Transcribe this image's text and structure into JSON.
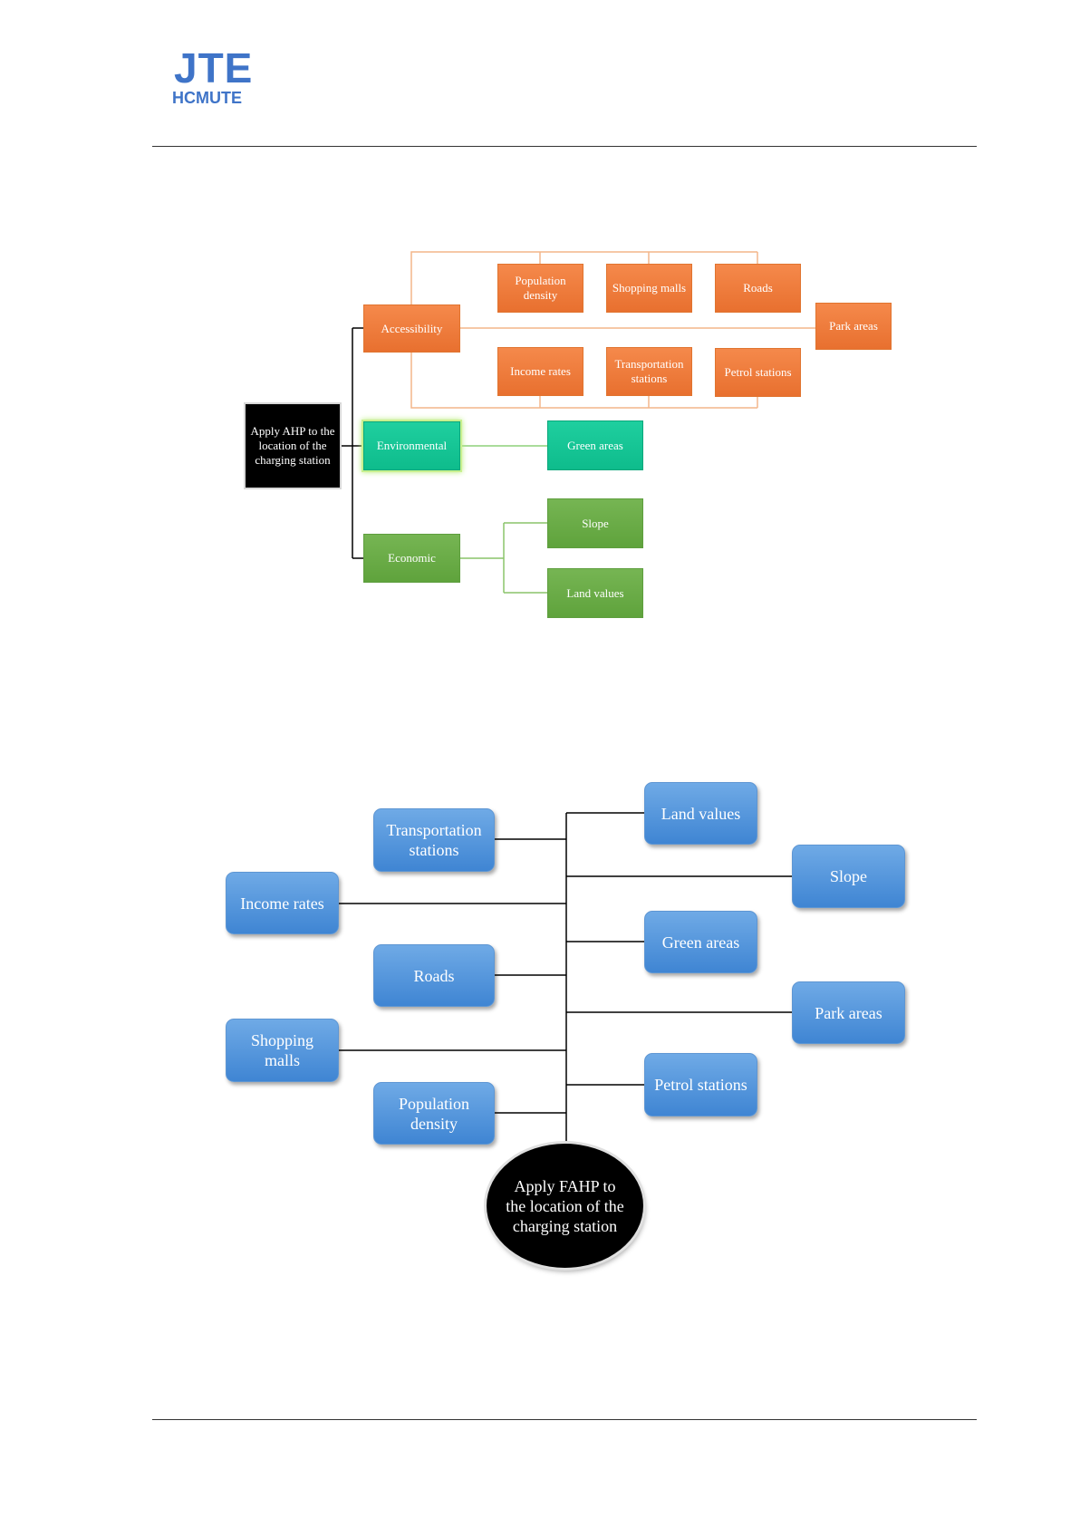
{
  "header": {
    "logo_main": "JTE",
    "logo_sub": "HCMUTE"
  },
  "ahp_diagram": {
    "root": "Apply AHP to the location of the charging station",
    "accessibility": "Accessibility",
    "environmental": "Environmental",
    "economic": "Economic",
    "population_density": "Population density",
    "shopping_malls": "Shopping malls",
    "roads": "Roads",
    "park_areas": "Park areas",
    "income_rates": "Income rates",
    "transportation_stations": "Transportation stations",
    "petrol_stations": "Petrol stations",
    "green_areas": "Green areas",
    "slope": "Slope",
    "land_values": "Land values",
    "colors": {
      "accessibility": "#ed7d31",
      "environmental": "#14c494",
      "economic": "#6aab47",
      "root": "#000000"
    }
  },
  "fahp_diagram": {
    "root": "Apply FAHP to the location of the charging station",
    "transportation_stations": "Transportation stations",
    "income_rates": "Income rates",
    "roads": "Roads",
    "shopping_malls": "Shopping malls",
    "population_density": "Population density",
    "land_values": "Land values",
    "slope": "Slope",
    "green_areas": "Green areas",
    "park_areas": "Park areas",
    "petrol_stations": "Petrol stations",
    "colors": {
      "node": "#4a8fd9",
      "root": "#000000"
    }
  }
}
